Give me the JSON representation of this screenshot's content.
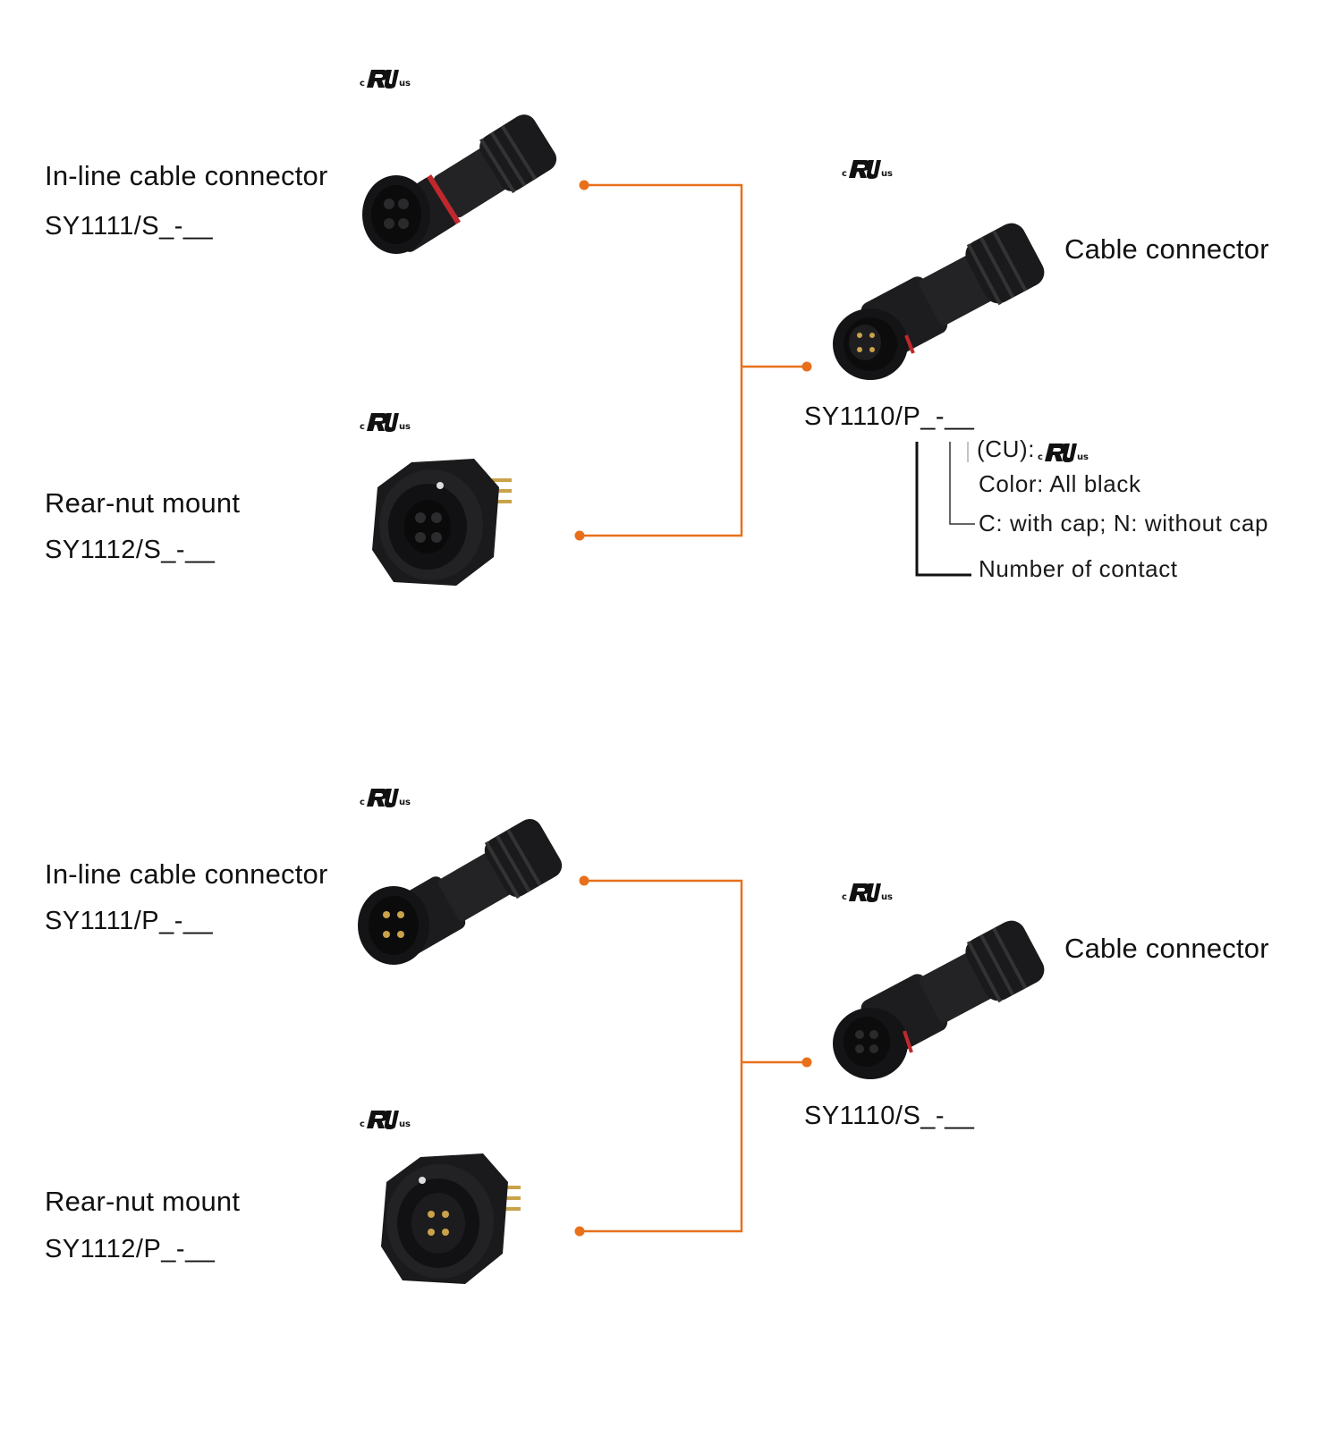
{
  "colors": {
    "accent": "#e8701a",
    "text": "#111111",
    "connector_body": "#1c1c1e",
    "seal": "#c0282d",
    "pin": "#c9a24a"
  },
  "ul_mark": {
    "c": "c",
    "us": "us",
    "icon": "ul-listed-icon"
  },
  "group1": {
    "inline": {
      "title": "In-line cable connector",
      "code": "SY1111/S_-__"
    },
    "rear": {
      "title": "Rear-nut mount",
      "code": "SY1112/S_-__"
    },
    "cable": {
      "title": "Cable connector",
      "code": "SY1110/P_-__",
      "notes": {
        "cu": "(CU):",
        "color": "Color: All black",
        "cap": "C: with cap; N: without cap",
        "contact": "Number of contact"
      }
    }
  },
  "group2": {
    "inline": {
      "title": "In-line cable connector",
      "code": "SY1111/P_-__"
    },
    "rear": {
      "title": "Rear-nut mount",
      "code": "SY1112/P_-__"
    },
    "cable": {
      "title": "Cable connector",
      "code": "SY1110/S_-__"
    }
  }
}
